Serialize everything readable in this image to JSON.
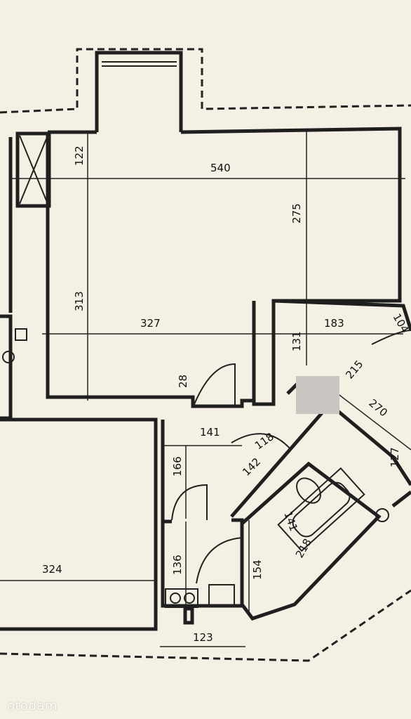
{
  "dimensions": {
    "d540": "540",
    "d122": "122",
    "d275": "275",
    "d313": "313",
    "d327": "327",
    "d183": "183",
    "d104": "104",
    "d131": "131",
    "d215": "215",
    "d270": "270",
    "d28": "28",
    "d141a": "141",
    "d118": "118",
    "d142": "142",
    "d127": "127",
    "d166": "166",
    "d141b": "141",
    "d218": "218",
    "d136": "136",
    "d154": "154",
    "d324": "324",
    "d123": "123"
  },
  "watermark": "otodam",
  "colors": {
    "paper": "#f4f0e3",
    "ink": "#1f1f1f",
    "redaction": "#c9c5c0"
  }
}
